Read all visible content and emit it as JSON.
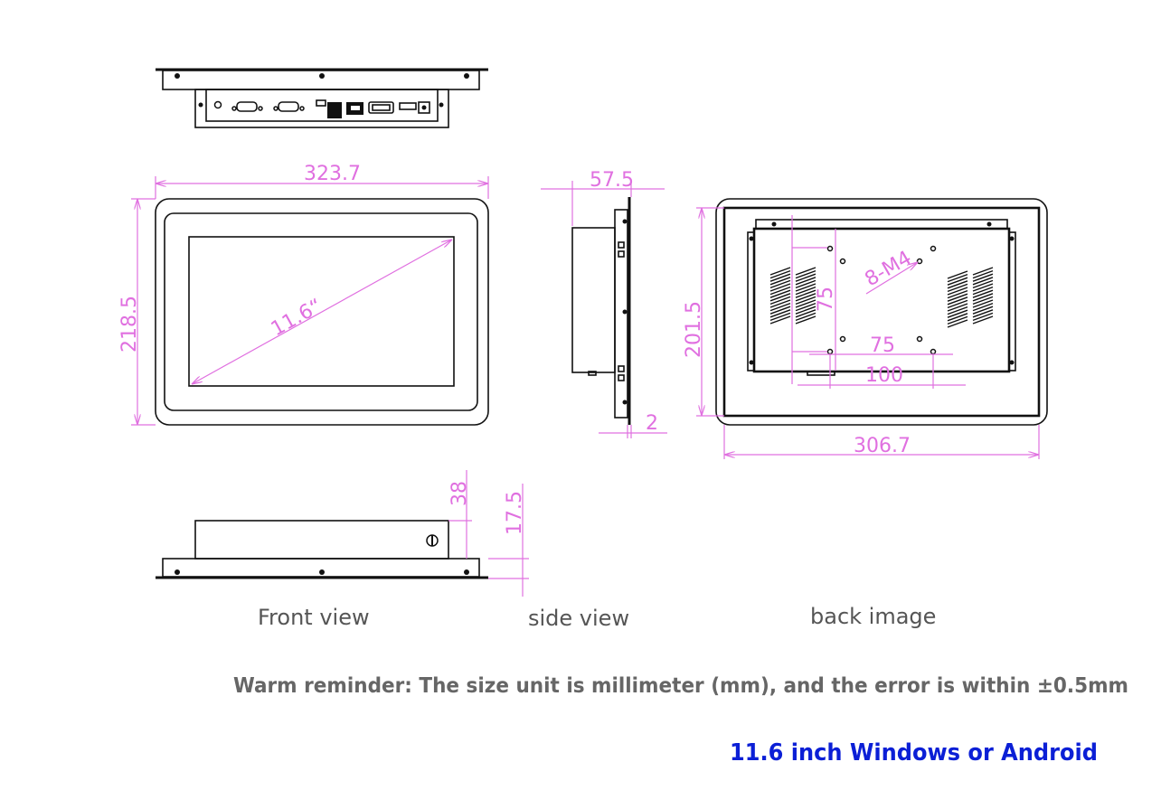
{
  "views": {
    "front_label": "Front view",
    "side_label": "side view",
    "back_label": "back image"
  },
  "dimensions": {
    "front_width": "323.7",
    "front_height": "218.5",
    "diagonal": "11.6“",
    "side_depth": "57.5",
    "side_bezel": "2",
    "back_height": "201.5",
    "back_width": "306.7",
    "vesa_75_v": "75",
    "vesa_75_h": "75",
    "vesa_100": "100",
    "screw_spec": "8-M4",
    "bottom_38": "38",
    "bottom_17_5": "17.5"
  },
  "reminder": "Warm reminder: The size unit is millimeter (mm), and the error is within ±0.5mm",
  "title": "11.6 inch Windows or Android",
  "colors": {
    "dimension": "#e070e0",
    "title": "#0b1fd6",
    "line": "#111111"
  }
}
